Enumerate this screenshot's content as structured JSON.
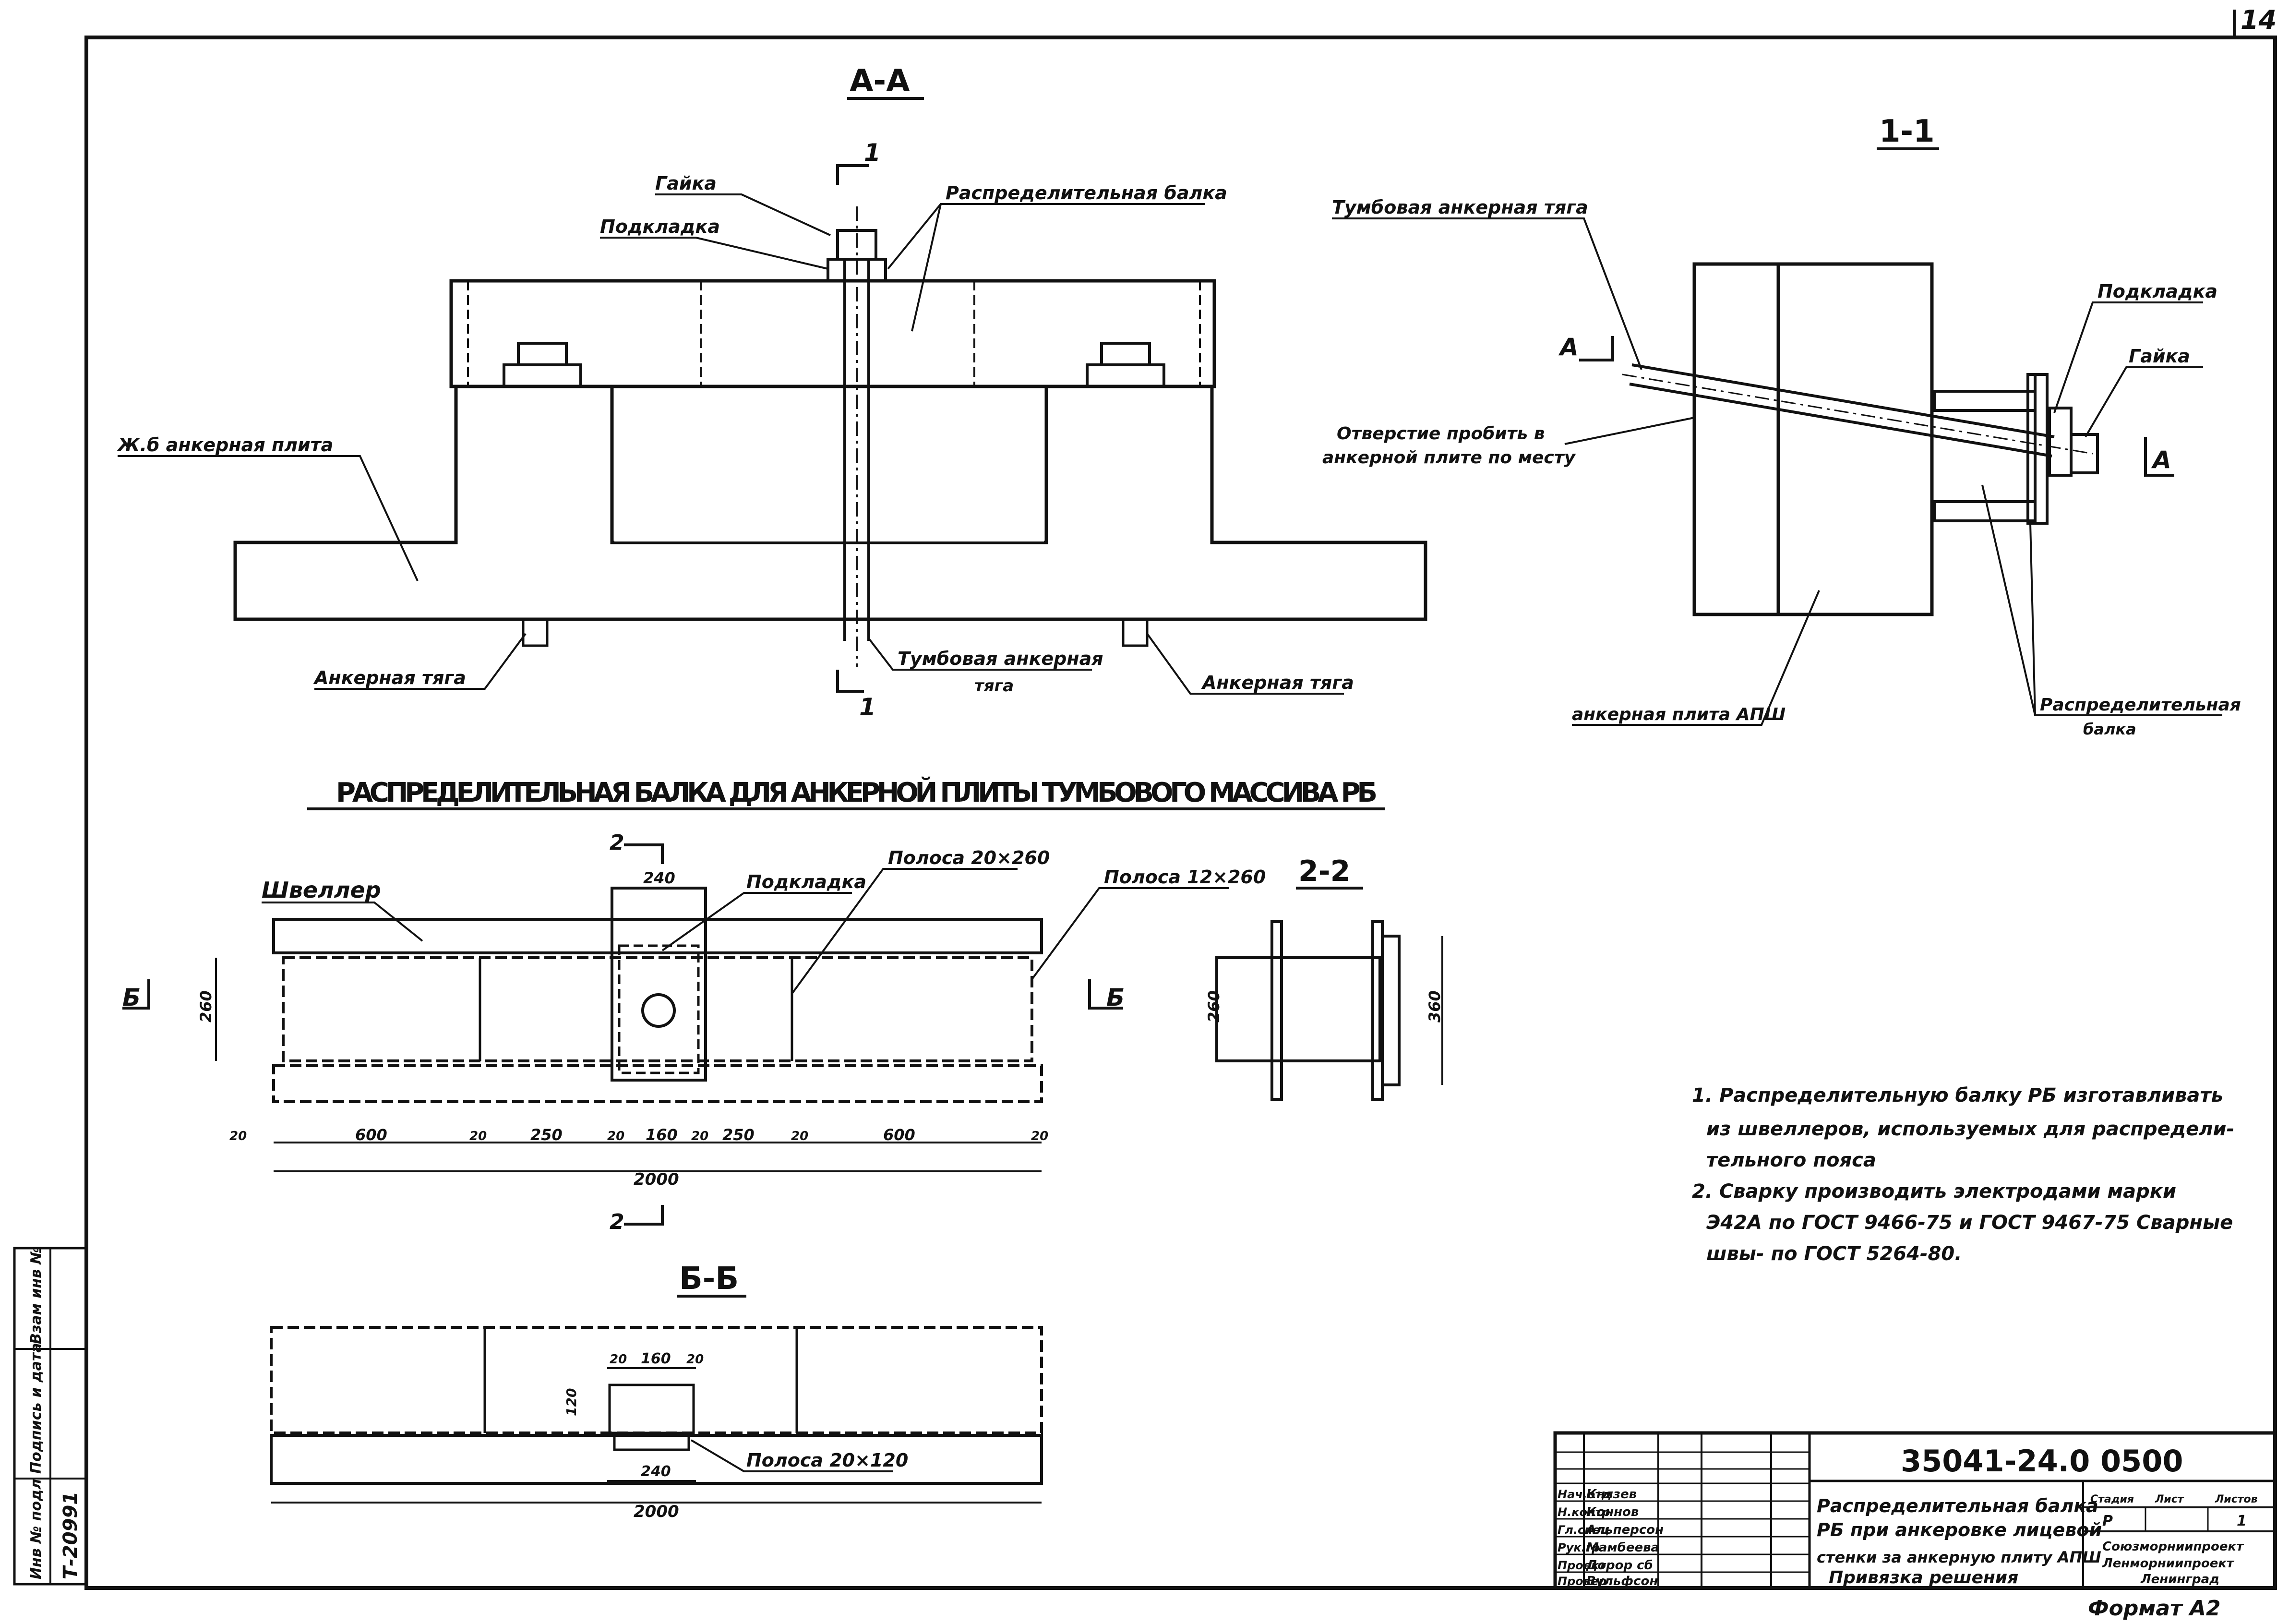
{
  "sheet": {
    "number": "14",
    "format": "Формат А2"
  },
  "section_aa": {
    "title": "А-А",
    "labels": {
      "nut": "Гайка",
      "washer": "Подкладка",
      "beam": "Распределительная балка",
      "plate": "Ж.б анкерная плита",
      "tie_left": "Анкерная тяга",
      "tie_right": "Анкерная тяга",
      "bollard_tie_1": "Тумбовая анкерная",
      "bollard_tie_2": "тяга"
    },
    "cut_mark": "1"
  },
  "section_11": {
    "title": "1-1",
    "labels": {
      "bollard_tie": "Тумбовая анкерная тяга",
      "hole_1": "Отверстие пробить в",
      "hole_2": "анкерной плите по месту",
      "washer": "Подкладка",
      "nut": "Гайка",
      "plate": "анкерная плита АПШ",
      "beam_1": "Распределительная",
      "beam_2": "балка"
    },
    "cut_mark": "А"
  },
  "main_title": "РАСПРЕДЕЛИТЕЛЬНАЯ БАЛКА ДЛЯ АНКЕРНОЙ ПЛИТЫ ТУМБОВОГО МАССИВА РБ",
  "plan": {
    "labels": {
      "channel": "Швеллер",
      "washer": "Подкладка",
      "strip1": "Полоса 20×260",
      "strip2": "Полоса 12×260"
    },
    "cut_2": "2",
    "cut_b": "Б",
    "dim_top": "240",
    "dim_height": "260",
    "dims": [
      "20",
      "600",
      "20",
      "250",
      "20",
      "160",
      "20",
      "250",
      "20",
      "600",
      "20"
    ],
    "overall": "2000"
  },
  "section_22": {
    "title": "2-2",
    "dim_left": "260",
    "dim_right": "360"
  },
  "section_bb": {
    "title": "Б-Б",
    "dims_top": [
      "20",
      "160",
      "20"
    ],
    "dim_side": "120",
    "dim_bottom": "240",
    "overall": "2000",
    "strip": "Полоса 20×120"
  },
  "notes": [
    "1. Распределительную балку РБ изготавливать",
    "из швеллеров, используемых для распредели-",
    "тельного пояса",
    "2. Сварку производить электродами марки",
    "Э42А по ГОСТ 9466-75 и ГОСТ 9467-75 Сварные",
    "швы- по ГОСТ 5264-80."
  ],
  "side_stamp": {
    "inv": "Инв № подл",
    "sign": "Подпись и дата",
    "replace": "Взам инв №",
    "number": "Т-20991"
  },
  "title_block": {
    "code": "35041-24.0 0500",
    "roles": [
      "Нач.отд",
      "Н.контр",
      "Гл.спец",
      "Рук.гр",
      "Проект",
      "Провер"
    ],
    "names": [
      "Князев",
      "Коннов",
      "Альперсон",
      "Мамбеева",
      "Дорор сб",
      "Вульфсон"
    ],
    "description": [
      "Распределительная балка",
      "РБ при анкеровке лицевой",
      "стенки за анкерную плиту АПШ",
      "Привязка решения"
    ],
    "stage_head": [
      "Стадия",
      "Лист",
      "Листов"
    ],
    "stage_vals": [
      "Р",
      "",
      "1"
    ],
    "org": [
      "Союзморниипроект",
      "Ленморниипроект",
      "Ленинград"
    ]
  }
}
